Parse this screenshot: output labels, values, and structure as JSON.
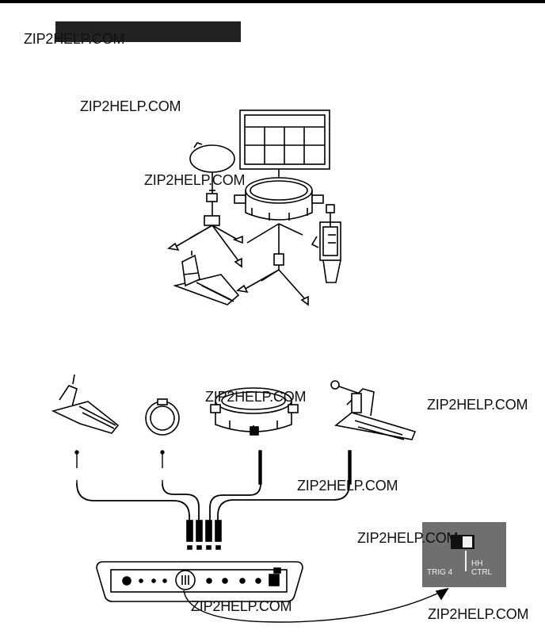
{
  "watermark": {
    "text": "ZIP2HELP.COM"
  },
  "panel": {
    "trig_label": "TRIG 4",
    "hh_label": "HH",
    "ctrl_label": "CTRL"
  },
  "colors": {
    "line": "#000000",
    "panel_bg": "#6f6f6f",
    "header_bar": "#222222"
  }
}
